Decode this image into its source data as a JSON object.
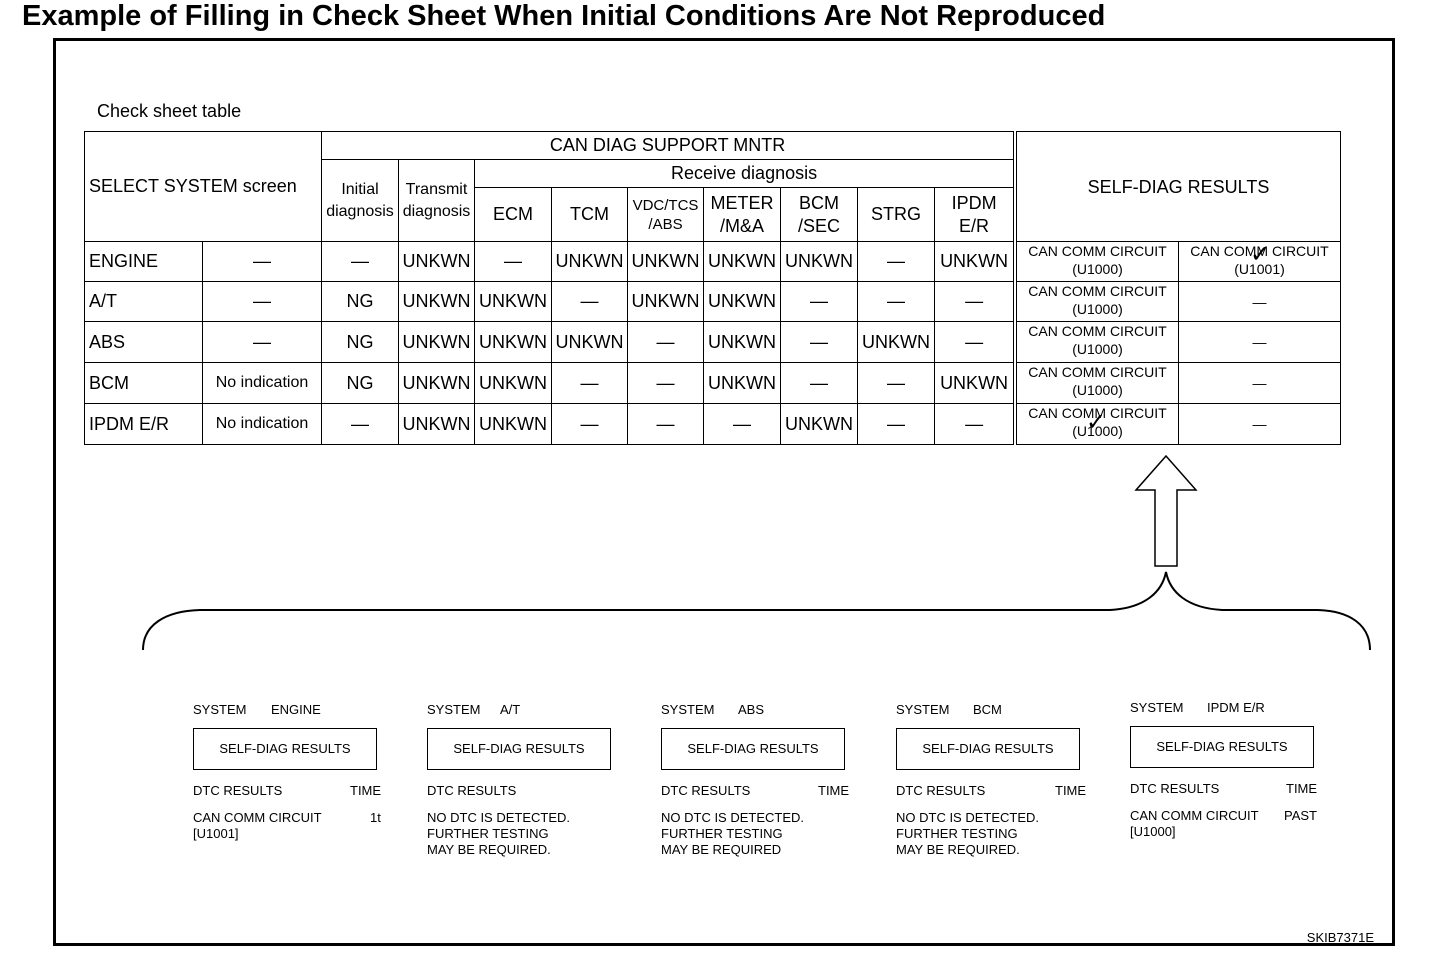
{
  "title": "Example of Filling in Check Sheet When Initial Conditions Are Not Reproduced",
  "check_sheet_label": "Check sheet table",
  "table": {
    "select_system_header": "SELECT SYSTEM screen",
    "can_diag_header": "CAN DIAG SUPPORT MNTR",
    "receive_header": "Receive diagnosis",
    "initial_header": "Initial diagnosis",
    "transmit_header": "Transmit diagnosis",
    "columns": [
      "ECM",
      "TCM",
      "VDC/TCS /ABS",
      "METER /M&A",
      "BCM /SEC",
      "STRG",
      "IPDM E/R"
    ],
    "rows": [
      {
        "name": "ENGINE",
        "indication": "—",
        "initial": "—",
        "transmit": "UNKWN",
        "cells": [
          "—",
          "UNKWN",
          "UNKWN",
          "UNKWN",
          "UNKWN",
          "—",
          "UNKWN"
        ]
      },
      {
        "name": "A/T",
        "indication": "—",
        "initial": "NG",
        "transmit": "UNKWN",
        "cells": [
          "UNKWN",
          "—",
          "UNKWN",
          "UNKWN",
          "—",
          "—",
          "—"
        ]
      },
      {
        "name": "ABS",
        "indication": "—",
        "initial": "NG",
        "transmit": "UNKWN",
        "cells": [
          "UNKWN",
          "UNKWN",
          "—",
          "UNKWN",
          "—",
          "UNKWN",
          "—"
        ]
      },
      {
        "name": "BCM",
        "indication": "No indication",
        "initial": "NG",
        "transmit": "UNKWN",
        "cells": [
          "UNKWN",
          "—",
          "—",
          "UNKWN",
          "—",
          "—",
          "UNKWN"
        ]
      },
      {
        "name": "IPDM E/R",
        "indication": "No indication",
        "initial": "—",
        "transmit": "UNKWN",
        "cells": [
          "UNKWN",
          "—",
          "—",
          "—",
          "UNKWN",
          "—",
          "—"
        ]
      }
    ]
  },
  "self_diag": {
    "header": "SELF-DIAG RESULTS",
    "rows": [
      [
        "CAN COMM CIRCUIT\n(U1000)",
        "CAN COMM CIRCUIT\n(U1001)"
      ],
      [
        "CAN COMM CIRCUIT\n(U1000)",
        "—"
      ],
      [
        "CAN COMM CIRCUIT\n(U1000)",
        "—"
      ],
      [
        "CAN COMM CIRCUIT\n(U1000)",
        "—"
      ],
      [
        "CAN COMM CIRCUIT\n(U1000)",
        "—"
      ]
    ],
    "check_mark": "✓"
  },
  "systems": [
    {
      "system_label": "SYSTEM",
      "system": "ENGINE",
      "button": "SELF-DIAG RESULTS",
      "dtc_label": "DTC RESULTS",
      "time_label": "TIME",
      "message": "CAN COMM CIRCUIT\n[U1001]",
      "time_value": "1t"
    },
    {
      "system_label": "SYSTEM",
      "system": "A/T",
      "button": "SELF-DIAG RESULTS",
      "dtc_label": "DTC RESULTS",
      "time_label": "",
      "message": "NO DTC IS DETECTED.\nFURTHER TESTING\nMAY BE REQUIRED.",
      "time_value": ""
    },
    {
      "system_label": "SYSTEM",
      "system": "ABS",
      "button": "SELF-DIAG RESULTS",
      "dtc_label": "DTC RESULTS",
      "time_label": "TIME",
      "message": "NO DTC IS DETECTED.\nFURTHER TESTING\nMAY BE REQUIRED",
      "time_value": ""
    },
    {
      "system_label": "SYSTEM",
      "system": "BCM",
      "button": "SELF-DIAG RESULTS",
      "dtc_label": "DTC RESULTS",
      "time_label": "TIME",
      "message": "NO DTC IS DETECTED.\nFURTHER TESTING\nMAY BE REQUIRED.",
      "time_value": ""
    },
    {
      "system_label": "SYSTEM",
      "system": "IPDM E/R",
      "button": "SELF-DIAG RESULTS",
      "dtc_label": "DTC RESULTS",
      "time_label": "TIME",
      "message": "CAN COMM CIRCUIT\n[U1000]",
      "time_value": "PAST"
    }
  ],
  "reference": "SKIB7371E"
}
